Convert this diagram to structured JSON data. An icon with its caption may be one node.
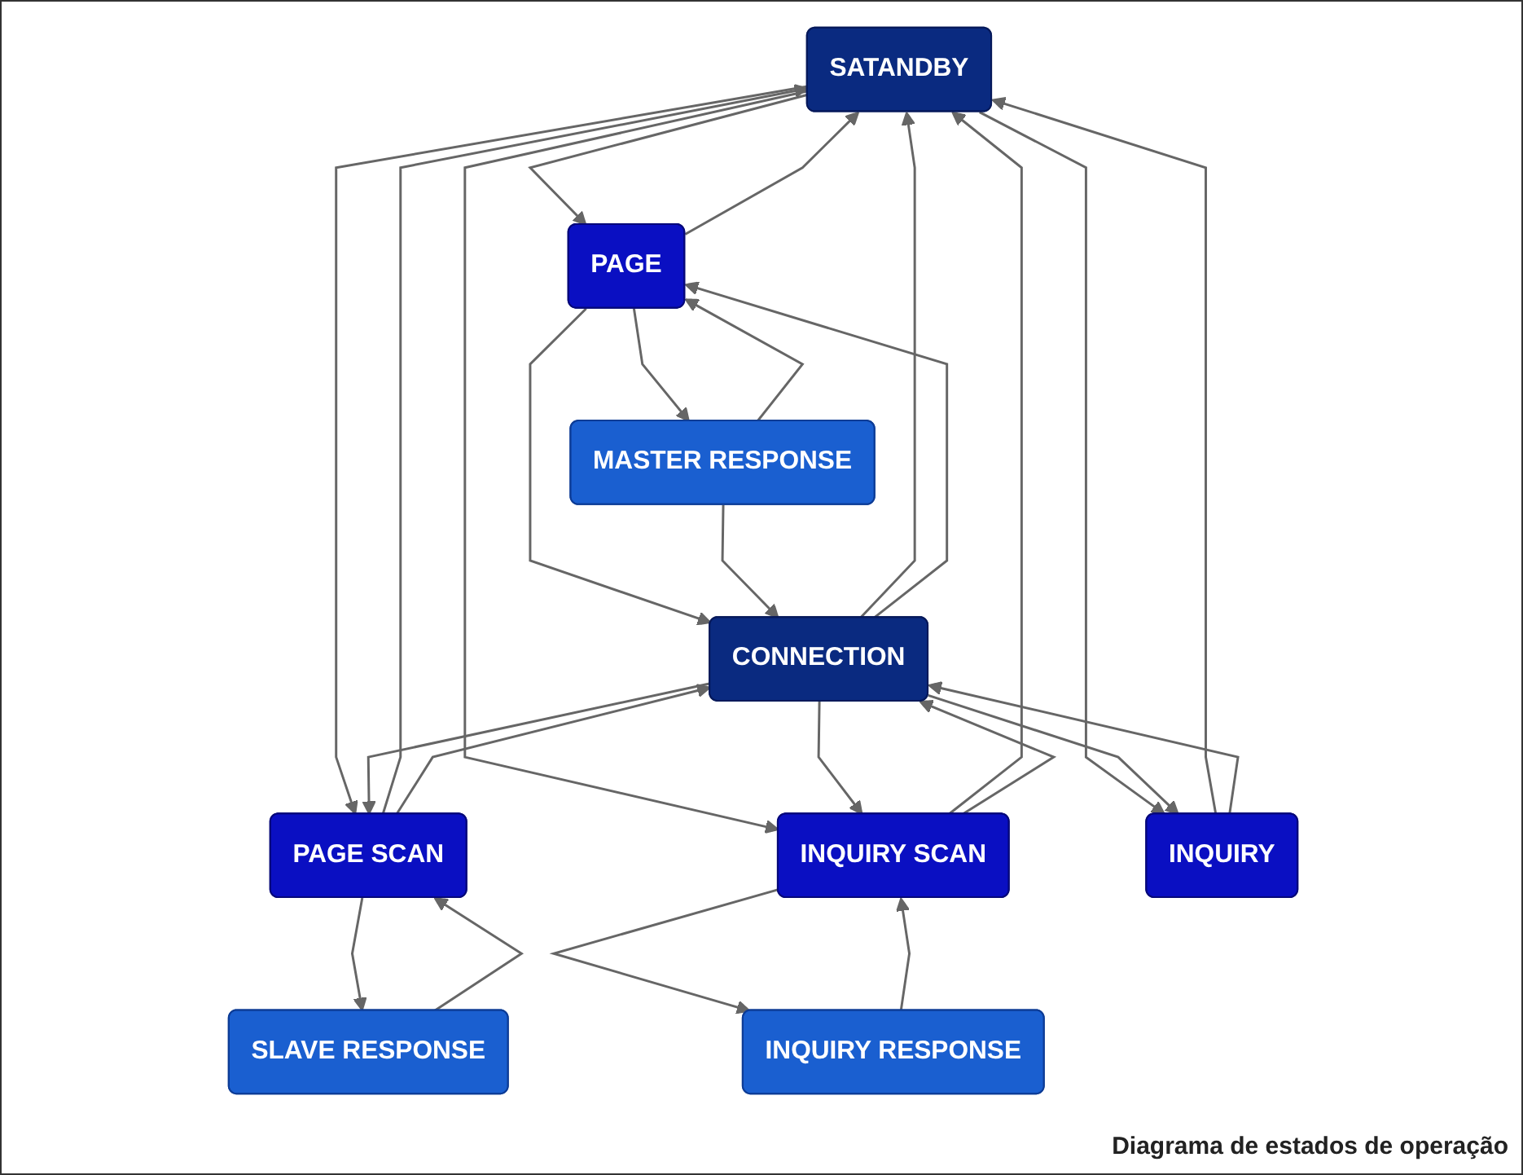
{
  "diagram": {
    "caption": "Diagrama de estados de operação",
    "nodes": [
      {
        "text": [
          "SATANDBY"
        ]
      },
      {
        "text": [
          "PAGE"
        ]
      },
      {
        "text": [
          "PAGE SCAN"
        ]
      },
      {
        "text": [
          "INQUIRY SCAN"
        ]
      },
      {
        "text": [
          "INQUIRY"
        ]
      },
      {
        "text": [
          "MASTER RESPONSE"
        ]
      },
      {
        "text": [
          "SLAVE RESPONSE"
        ]
      },
      {
        "text": [
          "INQUIRY RESPONSE"
        ]
      },
      {
        "text": [
          "CONNECTION"
        ]
      }
    ],
    "edges": [
      {
        "from": 0,
        "to": 1,
        "arrow": "to"
      },
      {
        "from": 1,
        "to": 0,
        "arrow": "to"
      },
      {
        "from": 2,
        "to": 0,
        "arrow": "to"
      },
      {
        "from": 0,
        "to": 2,
        "arrow": "to"
      },
      {
        "from": 0,
        "to": 3,
        "arrow": "to"
      },
      {
        "from": 3,
        "to": 0,
        "arrow": "to"
      },
      {
        "from": 4,
        "to": 0,
        "arrow": "to"
      },
      {
        "from": 0,
        "to": 4,
        "arrow": "to"
      },
      {
        "from": 8,
        "to": 0,
        "arrow": "to"
      },
      {
        "from": 8,
        "to": 1,
        "arrow": "to"
      },
      {
        "from": 1,
        "to": 8,
        "arrow": "to"
      },
      {
        "from": 5,
        "to": 1,
        "arrow": "to"
      },
      {
        "from": 1,
        "to": 5,
        "arrow": "to"
      },
      {
        "from": 5,
        "to": 8,
        "arrow": "to"
      },
      {
        "from": 2,
        "to": 8,
        "arrow": "to"
      },
      {
        "from": 8,
        "to": 2,
        "arrow": "to"
      },
      {
        "from": 6,
        "to": 2,
        "arrow": "to"
      },
      {
        "from": 2,
        "to": 6,
        "arrow": "to"
      },
      {
        "from": 8,
        "to": 3,
        "arrow": "to"
      },
      {
        "from": 3,
        "to": 8,
        "arrow": "to"
      },
      {
        "from": 7,
        "to": 3,
        "arrow": "to"
      },
      {
        "from": 3,
        "to": 7,
        "arrow": "to"
      },
      {
        "from": 4,
        "to": 8,
        "arrow": "to"
      },
      {
        "from": 8,
        "to": 4,
        "arrow": "to"
      }
    ]
  }
}
